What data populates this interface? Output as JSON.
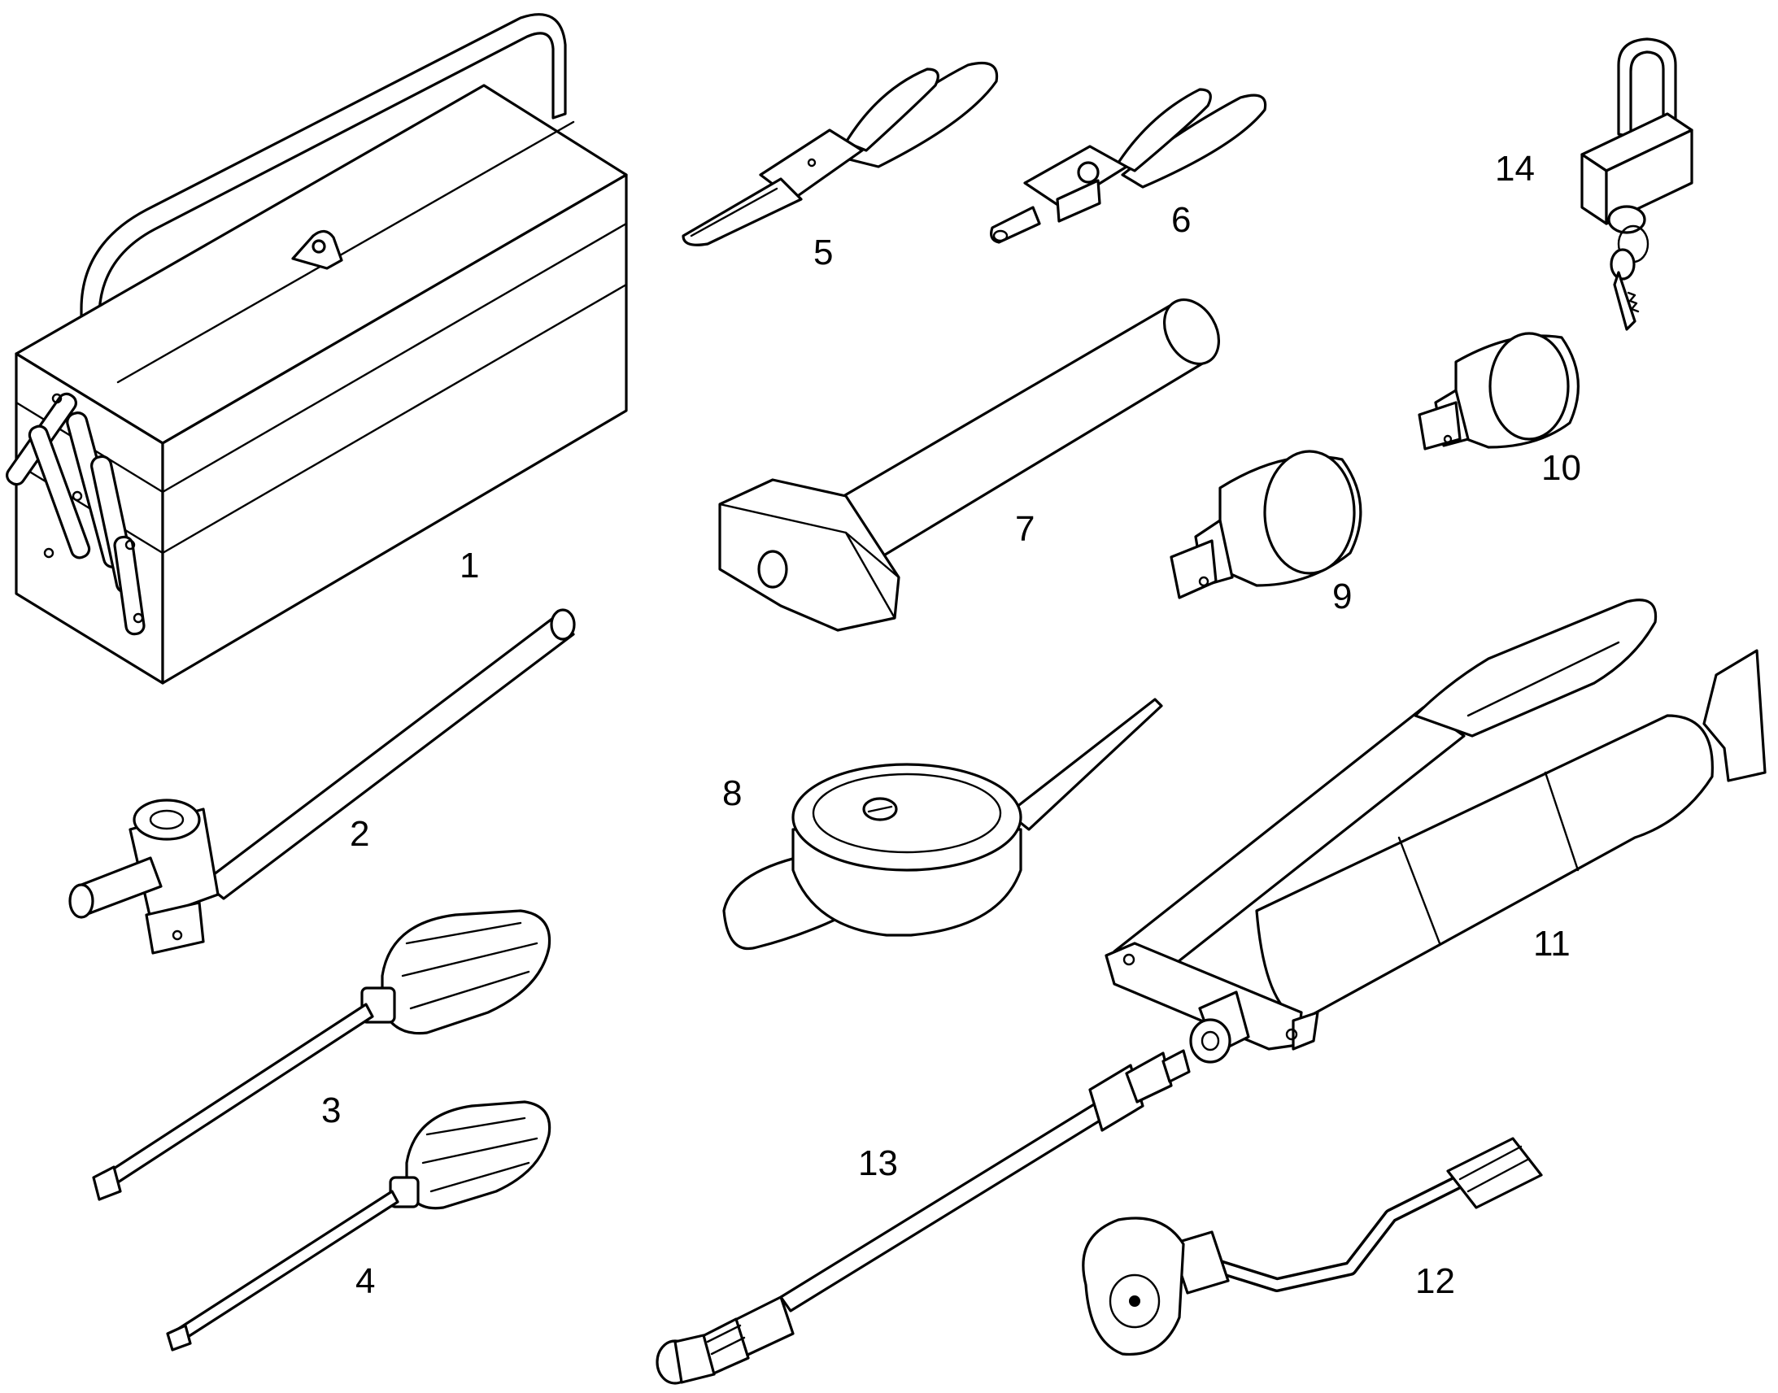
{
  "diagram": {
    "line_color": "#000000",
    "background": "#ffffff",
    "callouts": [
      {
        "id": "toolbox",
        "label": "1"
      },
      {
        "id": "socket-wrench",
        "label": "2"
      },
      {
        "id": "screwdriver-large",
        "label": "3"
      },
      {
        "id": "screwdriver-small",
        "label": "4"
      },
      {
        "id": "pliers-flat",
        "label": "5"
      },
      {
        "id": "pliers-round",
        "label": "6"
      },
      {
        "id": "hammer",
        "label": "7"
      },
      {
        "id": "oil-filter-wrench",
        "label": "8"
      },
      {
        "id": "socket-large",
        "label": "9"
      },
      {
        "id": "socket-small",
        "label": "10"
      },
      {
        "id": "grease-gun",
        "label": "11"
      },
      {
        "id": "grease-nozzle",
        "label": "12"
      },
      {
        "id": "grease-hose",
        "label": "13"
      },
      {
        "id": "padlock",
        "label": "14"
      }
    ]
  }
}
